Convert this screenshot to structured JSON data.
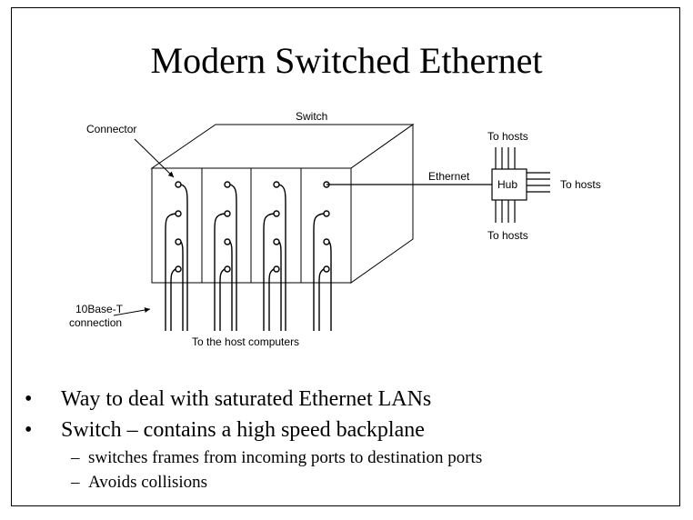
{
  "slide": {
    "title": "Modern Switched Ethernet"
  },
  "diagram": {
    "switch_label": "Switch",
    "connector_label": "Connector",
    "ethernet_label": "Ethernet",
    "hub_label": "Hub",
    "to_hosts_top": "To hosts",
    "to_hosts_right": "To hosts",
    "to_hosts_bottom": "To hosts",
    "tbase_line1": "10Base-T",
    "tbase_line2": "connection",
    "host_computers_label": "To the host computers"
  },
  "bullets": {
    "items": [
      "Way to deal with saturated Ethernet LANs",
      "Switch – contains a high speed backplane"
    ],
    "sub_items": [
      "switches frames from incoming ports to destination ports",
      "Avoids collisions"
    ]
  }
}
